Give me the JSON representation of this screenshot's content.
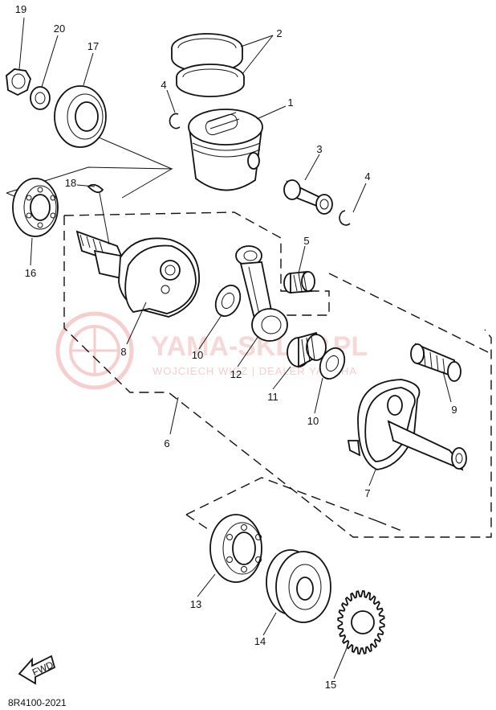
{
  "diagram": {
    "code": "8R4100-2021",
    "fwd_label": "FWD",
    "watermark": {
      "brand": "YAMA-SKLEP.PL",
      "sub": "WOJCIECH WICZ | DEALER YAMAHA"
    },
    "callouts": [
      {
        "id": "c1",
        "text": "1"
      },
      {
        "id": "c2",
        "text": "2"
      },
      {
        "id": "c3",
        "text": "3"
      },
      {
        "id": "c4a",
        "text": "4"
      },
      {
        "id": "c4b",
        "text": "4"
      },
      {
        "id": "c5",
        "text": "5"
      },
      {
        "id": "c6",
        "text": "6"
      },
      {
        "id": "c7",
        "text": "7"
      },
      {
        "id": "c8",
        "text": "8"
      },
      {
        "id": "c9",
        "text": "9"
      },
      {
        "id": "c10a",
        "text": "10"
      },
      {
        "id": "c10b",
        "text": "10"
      },
      {
        "id": "c11",
        "text": "11"
      },
      {
        "id": "c12",
        "text": "12"
      },
      {
        "id": "c13",
        "text": "13"
      },
      {
        "id": "c14",
        "text": "14"
      },
      {
        "id": "c15",
        "text": "15"
      },
      {
        "id": "c16",
        "text": "16"
      },
      {
        "id": "c17",
        "text": "17"
      },
      {
        "id": "c18",
        "text": "18"
      },
      {
        "id": "c19",
        "text": "19"
      },
      {
        "id": "c20",
        "text": "20"
      }
    ]
  }
}
